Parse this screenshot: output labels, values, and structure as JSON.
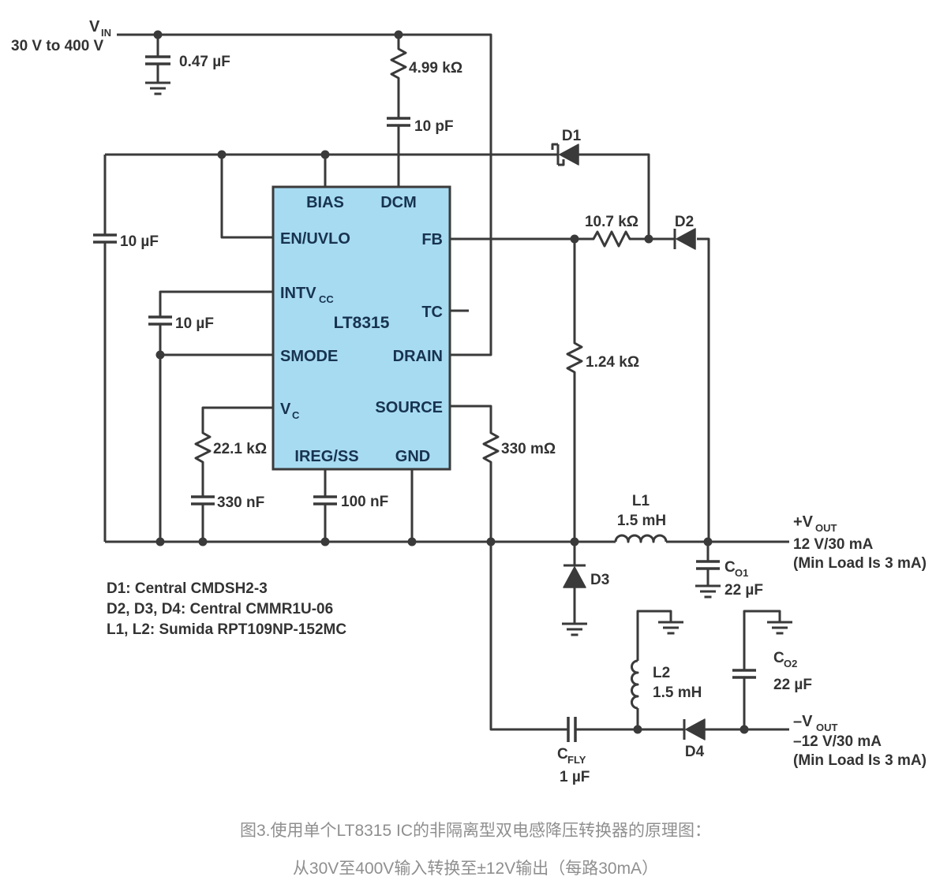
{
  "colors": {
    "wire": "#3a3a3a",
    "ic_fill": "#a7dbf2",
    "ic_text": "#17334f",
    "label": "#333333",
    "caption": "#8f8f8f"
  },
  "input": {
    "v_main": "V",
    "v_sub": "IN",
    "range": "30 V to 400 V"
  },
  "ic": {
    "part": "LT8315",
    "pins": {
      "bias": "BIAS",
      "dcm": "DCM",
      "en_uvlo": "EN/UVLO",
      "fb": "FB",
      "intvcc_main": "INTV",
      "intvcc_sub": "CC",
      "tc": "TC",
      "smode": "SMODE",
      "drain": "DRAIN",
      "vc_main": "V",
      "vc_sub": "C",
      "source": "SOURCE",
      "iregss": "IREG/SS",
      "gnd": "GND"
    }
  },
  "components": {
    "cin": "0.47 µF",
    "rdcm": "4.99 kΩ",
    "cdcm": "10 pF",
    "cen": "10 µF",
    "cintv": "10 µF",
    "d1": "D1",
    "rfb_top": "10.7 kΩ",
    "d2": "D2",
    "rfb_bot": "1.24 kΩ",
    "rvc": "22.1 kΩ",
    "cvc": "330 nF",
    "ciregss": "100 nF",
    "rsense": "330 mΩ",
    "l1_name": "L1",
    "l1_val": "1.5 mH",
    "d3": "D3",
    "d4": "D4",
    "co1_main": "C",
    "co1_sub": "O1",
    "co1_val": "22 µF",
    "co2_main": "C",
    "co2_sub": "O2",
    "co2_val": "22 µF",
    "l2_name": "L2",
    "l2_val": "1.5 mH",
    "cfly_main": "C",
    "cfly_sub": "FLY",
    "cfly_val": "1 µF"
  },
  "outputs": {
    "pos_main": "+V",
    "pos_sub": "OUT",
    "pos_rating": "12 V/30 mA",
    "pos_note": "(Min Load Is 3 mA)",
    "neg_main": "–V",
    "neg_sub": "OUT",
    "neg_rating": "–12 V/30 mA",
    "neg_note": "(Min Load Is 3 mA)"
  },
  "notes": {
    "line1": "D1: Central CMDSH2-3",
    "line2": "D2, D3, D4: Central CMMR1U-06",
    "line3": "L1, L2: Sumida RPT109NP-152MC"
  },
  "caption": {
    "line1": "图3.使用单个LT8315 IC的非隔离型双电感降压转换器的原理图：",
    "line2": "从30V至400V输入转换至±12V输出（每路30mA）"
  }
}
